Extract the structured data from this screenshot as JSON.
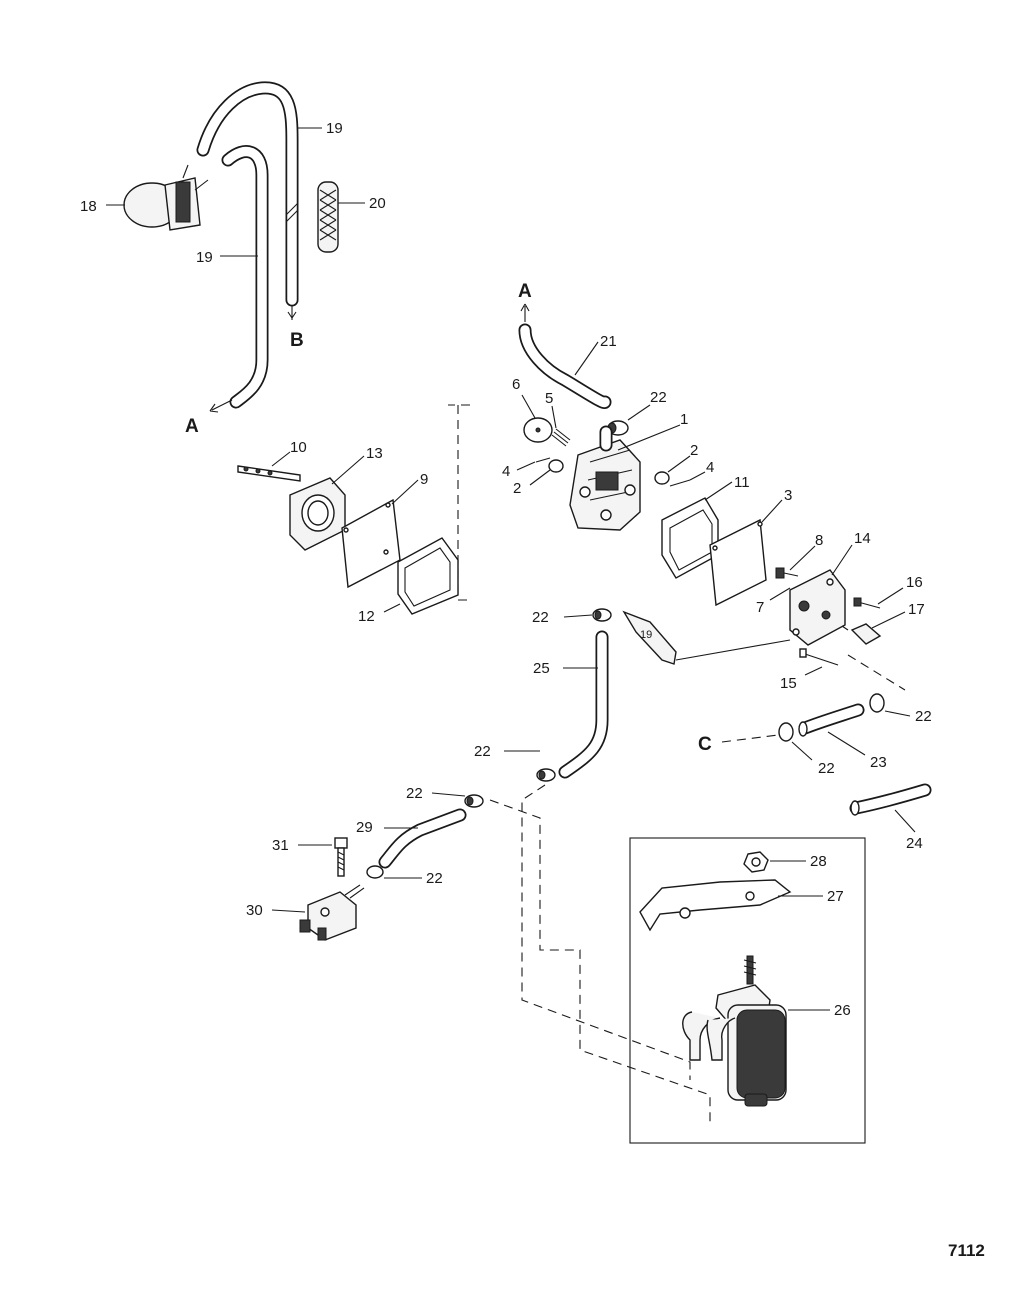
{
  "figure_number": "7112",
  "callouts": {
    "c1": "1",
    "c2a": "2",
    "c2b": "2",
    "c3": "3",
    "c4a": "4",
    "c4b": "4",
    "c5": "5",
    "c6": "6",
    "c7": "7",
    "c8": "8",
    "c9": "9",
    "c10": "10",
    "c11": "11",
    "c12": "12",
    "c13": "13",
    "c14": "14",
    "c15": "15",
    "c16": "16",
    "c17": "17",
    "c18": "18",
    "c19a": "19",
    "c19b": "19",
    "c20": "20",
    "c21": "21",
    "c22a": "22",
    "c22b": "22",
    "c22c": "22",
    "c22d": "22",
    "c22e": "22",
    "c22f": "22",
    "c22g": "22",
    "c23": "23",
    "c24": "24",
    "c25": "25",
    "c26": "26",
    "c27": "27",
    "c28": "28",
    "c29": "29",
    "c30": "30",
    "c31": "31"
  },
  "connectors": {
    "a_top": "A",
    "a_left": "A",
    "b": "B",
    "c": "C"
  },
  "tube_marking": "19"
}
